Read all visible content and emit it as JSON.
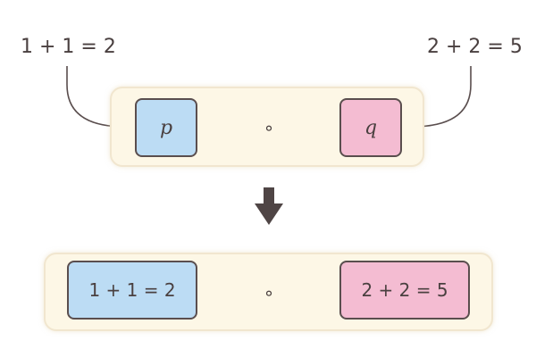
{
  "top_labels": {
    "left": "1 + 1 = 2",
    "right": "2 + 2 = 5"
  },
  "abstract_expression": {
    "left_variable": "p",
    "operator": "∘",
    "right_variable": "q"
  },
  "substituted_expression": {
    "left": "1 + 1 = 2",
    "operator": "∘",
    "right": "2 + 2 = 5"
  },
  "colors": {
    "panel_fill": "#fdf7e6",
    "left_box_fill": "#bcdcf4",
    "right_box_fill": "#f4bcd2",
    "stroke": "#5a4e4e"
  },
  "icons": {
    "transition": "down-arrow-icon"
  }
}
